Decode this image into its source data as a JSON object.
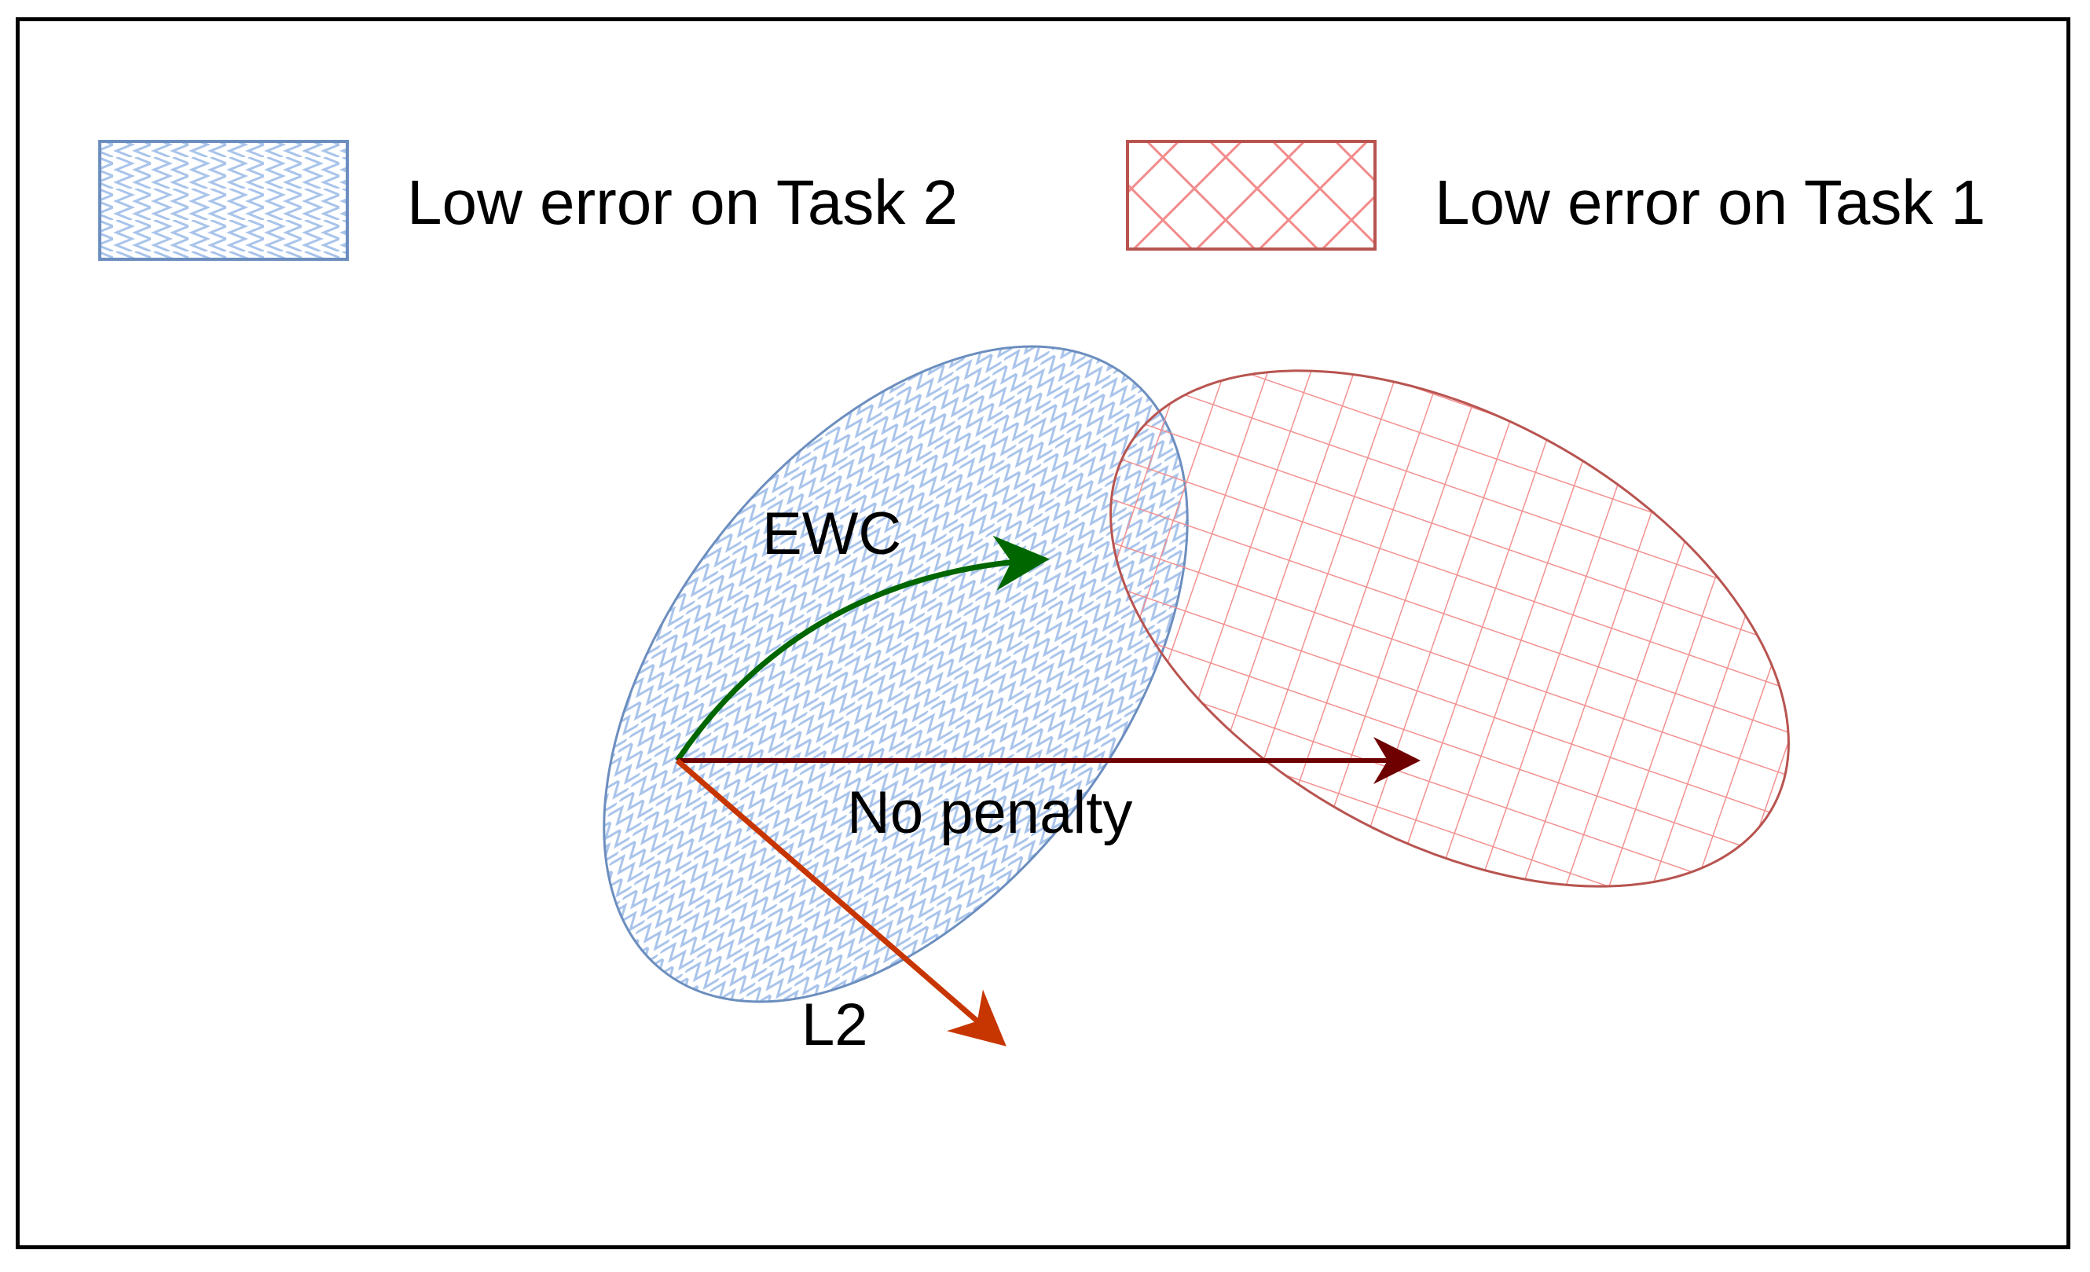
{
  "legend": {
    "task2": {
      "label": "Low error on Task 2",
      "color": "#6c8ebf",
      "pattern": "zigzag"
    },
    "task1": {
      "label": "Low error on Task 1",
      "color": "#b85450",
      "pattern": "crosshatch"
    }
  },
  "regions": {
    "task2": {
      "stroke": "#6c8ebf",
      "fill": "#a9c4eb"
    },
    "task1": {
      "stroke": "#b85450",
      "fill": "#f08080"
    }
  },
  "arrows": {
    "ewc": {
      "label": "EWC",
      "color": "#006600"
    },
    "no_penalty": {
      "label": "No penalty",
      "color": "#6f0000"
    },
    "l2": {
      "label": "L2",
      "color": "#c73500"
    }
  }
}
